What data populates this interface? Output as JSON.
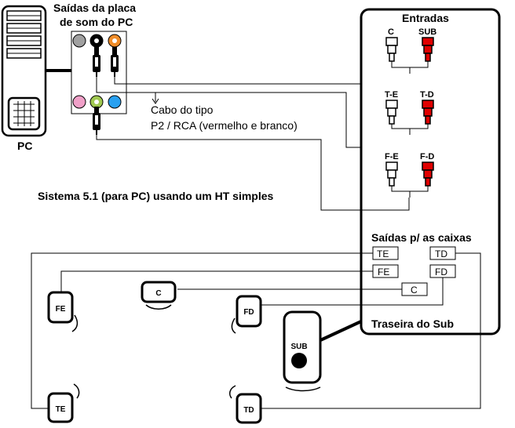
{
  "pc": {
    "label": "PC"
  },
  "soundcard": {
    "title_line1": "Saídas da placa",
    "title_line2": "de som do PC"
  },
  "cable_note": {
    "line1": "Cabo do tipo",
    "line2": "P2 / RCA (vermelho e branco)"
  },
  "system_caption": "Sistema 5.1 (para PC) usando um HT simples",
  "sub_panel": {
    "inputs_title": "Entradas",
    "inputs": [
      {
        "left": "C",
        "right": "SUB"
      },
      {
        "left": "T-E",
        "right": "T-D"
      },
      {
        "left": "F-E",
        "right": "F-D"
      }
    ],
    "outputs_title": "Saídas p/ as caixas",
    "outputs": {
      "te": "TE",
      "td": "TD",
      "fe": "FE",
      "fd": "FD",
      "c": "C"
    },
    "rear_label": "Traseira do Sub"
  },
  "speakers": {
    "fe": "FE",
    "c": "C",
    "fd": "FD",
    "sub": "SUB",
    "te": "TE",
    "td": "TD"
  },
  "colors": {
    "jack_gray": "#a0a0a0",
    "jack_orange": "#f08c28",
    "jack_pink": "#f0a0c8",
    "jack_green": "#a0c850",
    "jack_blue": "#28a0f0",
    "rca_red": "#e00000"
  }
}
